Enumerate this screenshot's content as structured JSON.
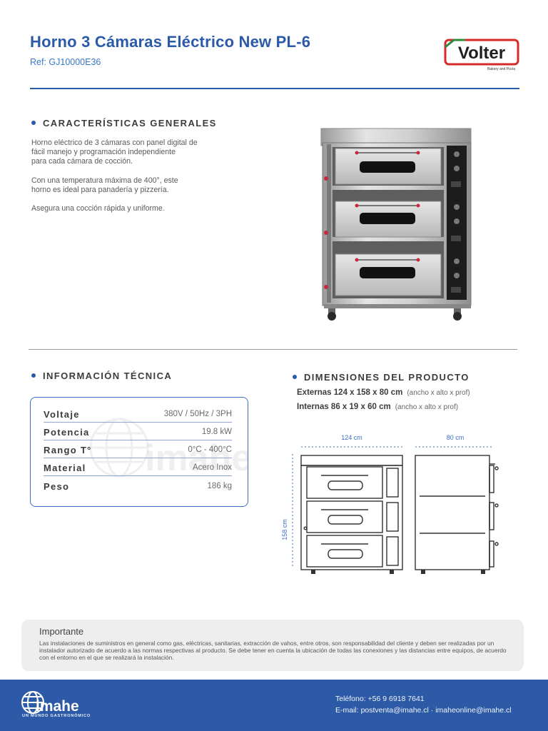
{
  "header": {
    "title": "Horno 3 Cámaras Eléctrico New PL-6",
    "ref": "Ref: GJ10000E36",
    "brand": "Volter",
    "brand_tagline": "Bakery and Pizza"
  },
  "general": {
    "heading": "CARACTERÍSTICAS GENERALES",
    "paragraphs": [
      [
        "Horno eléctrico de 3 cámaras con panel digital de",
        "fácil manejo y programación independiente",
        "para cada cámara de cocción."
      ],
      [
        "Con una temperatura máxima de 400°, este",
        "horno es ideal para panadería y pizzería."
      ],
      [
        "Asegura una cocción rápida y uniforme."
      ]
    ]
  },
  "technical": {
    "heading": "INFORMACIÓN TÉCNICA",
    "rows": [
      {
        "label": "Voltaje",
        "value": "380V / 50Hz / 3PH"
      },
      {
        "label": "Potencia",
        "value": "19.8 kW"
      },
      {
        "label": "Rango T°",
        "value": "0°C - 400°C"
      },
      {
        "label": "Material",
        "value": "Acero Inox"
      },
      {
        "label": "Peso",
        "value": "186 kg"
      }
    ]
  },
  "dimensions": {
    "heading": "DIMENSIONES DEL PRODUCTO",
    "external": "Externas 124 x 158 x 80 cm",
    "internal": "Internas 86 x 19 x 60 cm",
    "note": "(ancho x alto x prof)",
    "width_label": "124 cm",
    "depth_label": "80 cm",
    "height_label": "158 cm"
  },
  "important": {
    "title": "Importante",
    "text": "Las instalaciones de suministros en general como gas, eléctricas, sanitarias, extracción de vahos, entre otros, son responsabilidad del cliente y deben ser realizadas por un instalador autorizado de acuerdo a las normas respectivas al producto. Se debe tener en cuenta la ubicación de todas las conexiones y las distancias entre equipos, de acuerdo con el entorno en el que se realizará la instalación."
  },
  "footer": {
    "brand": "imahe",
    "tagline": "UN MUNDO GASTRONÓMICO",
    "phone": "Teléfono: +56 9 6918 7641",
    "email": "E-mail: postventa@imahe.cl · imaheonline@imahe.cl"
  },
  "colors": {
    "brand_blue": "#2a5aa8",
    "volter_red": "#d42a2a",
    "footer_blue": "#2d5aa6"
  }
}
